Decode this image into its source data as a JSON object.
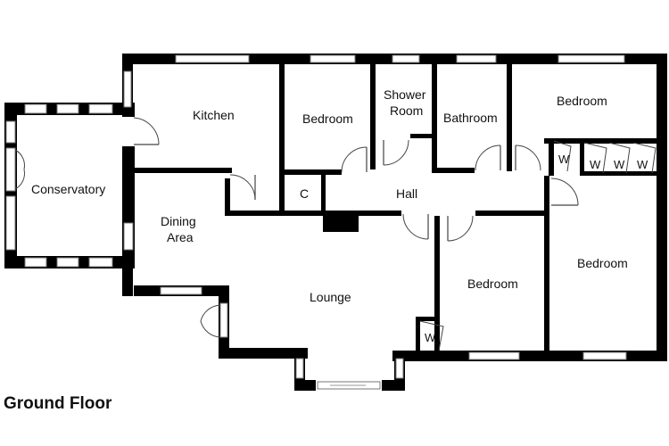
{
  "plan": {
    "title": "Ground Floor",
    "rooms": {
      "conservatory": "Conservatory",
      "kitchen": "Kitchen",
      "dining_line1": "Dining",
      "dining_line2": "Area",
      "lounge": "Lounge",
      "hall": "Hall",
      "cupboard": "C",
      "bedroom_top": "Bedroom",
      "shower_line1": "Shower",
      "shower_line2": "Room",
      "bathroom": "Bathroom",
      "bedroom_top_right": "Bedroom",
      "bedroom_right": "Bedroom",
      "bedroom_center": "Bedroom"
    },
    "wardrobe": "W"
  }
}
